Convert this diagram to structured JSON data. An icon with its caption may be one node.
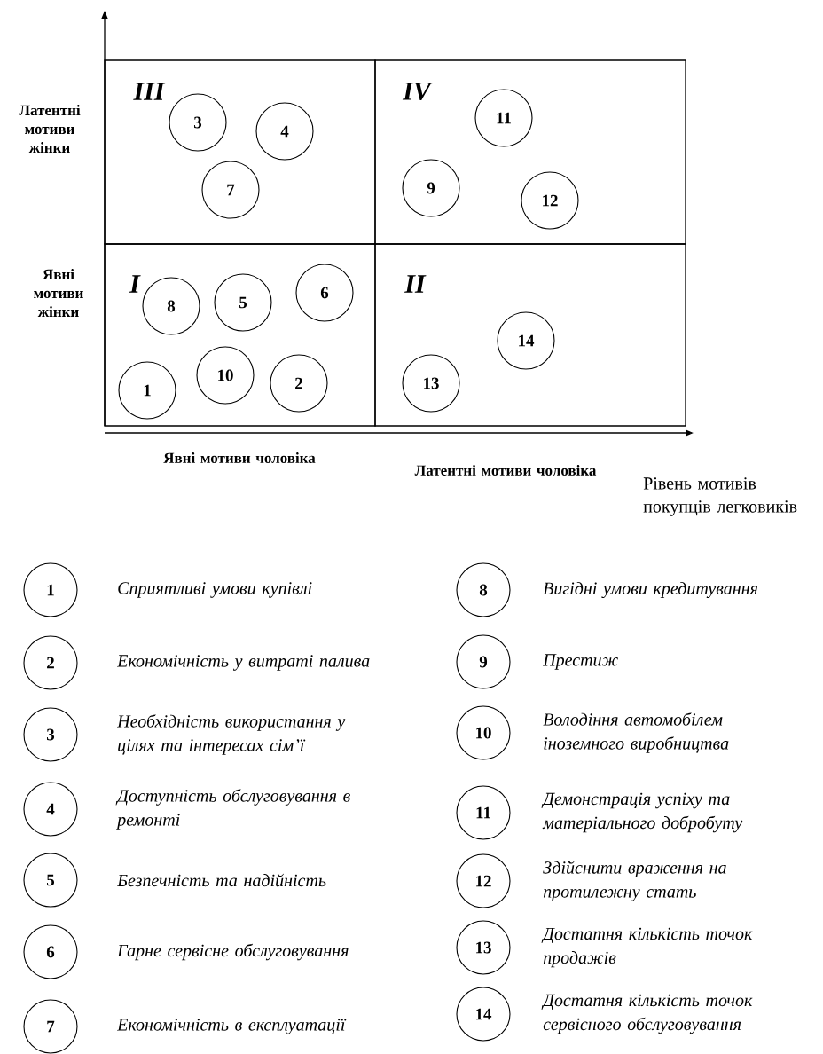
{
  "diagram": {
    "nodes": [
      {
        "text": [
          "III"
        ]
      },
      {
        "text": [
          "IV"
        ]
      },
      {
        "text": [
          "I"
        ]
      },
      {
        "text": [
          "II"
        ]
      },
      {
        "text": [
          "3"
        ],
        "in": 0
      },
      {
        "text": [
          "4"
        ],
        "in": 0
      },
      {
        "text": [
          "7"
        ],
        "in": 0
      },
      {
        "text": [
          "11"
        ],
        "in": 1
      },
      {
        "text": [
          "9"
        ],
        "in": 1
      },
      {
        "text": [
          "12"
        ],
        "in": 1
      },
      {
        "text": [
          "8"
        ],
        "in": 2
      },
      {
        "text": [
          "5"
        ],
        "in": 2
      },
      {
        "text": [
          "6"
        ],
        "in": 2
      },
      {
        "text": [
          "1"
        ],
        "in": 2
      },
      {
        "text": [
          "10"
        ],
        "in": 2
      },
      {
        "text": [
          "2"
        ],
        "in": 2
      },
      {
        "text": [
          "14"
        ],
        "in": 3
      },
      {
        "text": [
          "13"
        ],
        "in": 3
      },
      {
        "text": [
          "1"
        ],
        "beside": [
          "Сприятливі умови купівлі"
        ]
      },
      {
        "text": [
          "2"
        ],
        "beside": [
          "Економічність у витраті палива"
        ]
      },
      {
        "text": [
          "3"
        ],
        "beside": [
          "Необхідність використання у цілях та інтересах сім’ї"
        ]
      },
      {
        "text": [
          "4"
        ],
        "beside": [
          "Доступність обслуговування в ремонті"
        ]
      },
      {
        "text": [
          "5"
        ],
        "beside": [
          "Безпечність та надійність"
        ]
      },
      {
        "text": [
          "6"
        ],
        "beside": [
          "Гарне сервісне обслуговування"
        ]
      },
      {
        "text": [
          "7"
        ],
        "beside": [
          "Економічність в експлуатації"
        ]
      },
      {
        "text": [
          "8"
        ],
        "beside": [
          "Вигідні умови кредитування"
        ]
      },
      {
        "text": [
          "9"
        ],
        "beside": [
          "Престиж"
        ]
      },
      {
        "text": [
          "10"
        ],
        "beside": [
          "Володіння автомобілем іноземного виробництва"
        ]
      },
      {
        "text": [
          "11"
        ],
        "beside": [
          "Демонстрація успіху та матеріального добробуту"
        ]
      },
      {
        "text": [
          "12"
        ],
        "beside": [
          "Здійснити враження на протилежну стать"
        ]
      },
      {
        "text": [
          "13"
        ],
        "beside": [
          "Достатня кількість точок продажів"
        ]
      },
      {
        "text": [
          "14"
        ],
        "beside": [
          "Достатня кількість точок сервісного обслуговування"
        ]
      }
    ],
    "labels": [
      "Латентні мотиви жінки",
      "Явні мотиви жінки",
      "Явні мотиви чоловіка",
      "Латентні мотиви чоловіка",
      "Рівень мотивів покупців легковиків"
    ]
  }
}
